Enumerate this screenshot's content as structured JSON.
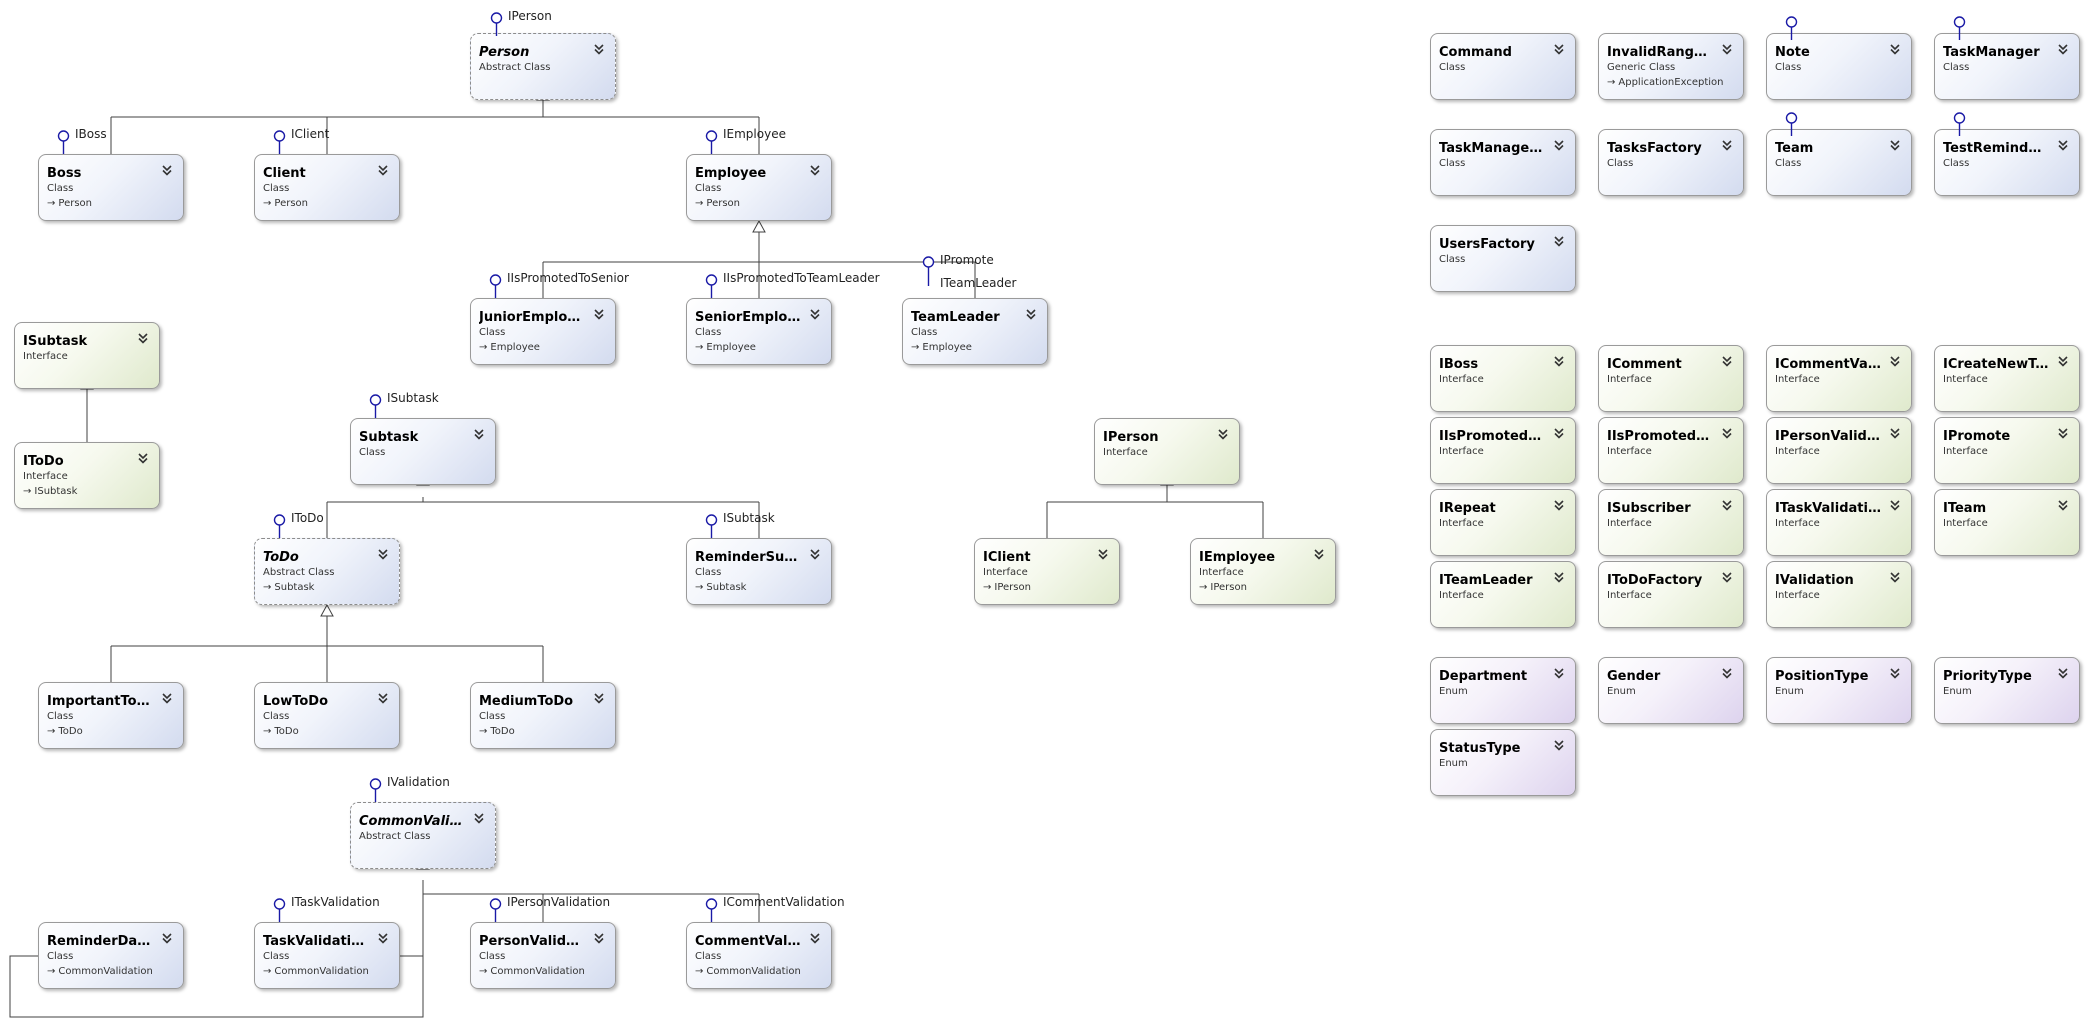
{
  "palette": {
    "accent": "#1a1aa6",
    "line": "#404040"
  },
  "nodes": [
    {
      "id": "person",
      "name": "Person",
      "kind": "Abstract Class",
      "style": "abstract"
    },
    {
      "id": "boss",
      "name": "Boss",
      "kind": "Class",
      "base": "Person",
      "style": "class"
    },
    {
      "id": "client",
      "name": "Client",
      "kind": "Class",
      "base": "Person",
      "style": "class"
    },
    {
      "id": "employee",
      "name": "Employee",
      "kind": "Class",
      "base": "Person",
      "style": "class"
    },
    {
      "id": "junioremployee",
      "name": "JuniorEmployee",
      "kind": "Class",
      "base": "Employee",
      "style": "class"
    },
    {
      "id": "senioremployee",
      "name": "SeniorEmployee",
      "kind": "Class",
      "base": "Employee",
      "style": "class"
    },
    {
      "id": "teamleader",
      "name": "TeamLeader",
      "kind": "Class",
      "base": "Employee",
      "style": "class"
    },
    {
      "id": "isubtask-left",
      "name": "ISubtask",
      "kind": "Interface",
      "style": "interface"
    },
    {
      "id": "itodo-left",
      "name": "IToDo",
      "kind": "Interface",
      "base": "ISubtask",
      "style": "interface"
    },
    {
      "id": "subtask",
      "name": "Subtask",
      "kind": "Class",
      "style": "class"
    },
    {
      "id": "todo",
      "name": "ToDo",
      "kind": "Abstract Class",
      "base": "Subtask",
      "style": "abstract"
    },
    {
      "id": "remindersubtask",
      "name": "ReminderSubTask",
      "kind": "Class",
      "base": "Subtask",
      "style": "class"
    },
    {
      "id": "importanttodo",
      "name": "ImportantToDo",
      "kind": "Class",
      "base": "ToDo",
      "style": "class"
    },
    {
      "id": "lowtodo",
      "name": "LowToDo",
      "kind": "Class",
      "base": "ToDo",
      "style": "class"
    },
    {
      "id": "mediumtodo",
      "name": "MediumToDo",
      "kind": "Class",
      "base": "ToDo",
      "style": "class"
    },
    {
      "id": "commonvalidation",
      "name": "CommonValidation",
      "kind": "Abstract Class",
      "style": "abstract"
    },
    {
      "id": "reminderdatev",
      "name": "ReminderDateV...",
      "kind": "Class",
      "base": "CommonValidation",
      "style": "class"
    },
    {
      "id": "taskvalidation",
      "name": "TaskValidation",
      "kind": "Class",
      "base": "CommonValidation",
      "style": "class"
    },
    {
      "id": "personvalidation",
      "name": "PersonValidation",
      "kind": "Class",
      "base": "CommonValidation",
      "style": "class"
    },
    {
      "id": "commentvalida",
      "name": "CommentValida...",
      "kind": "Class",
      "base": "CommonValidation",
      "style": "class"
    },
    {
      "id": "iperson-mid",
      "name": "IPerson",
      "kind": "Interface",
      "style": "interface"
    },
    {
      "id": "iclient-mid",
      "name": "IClient",
      "kind": "Interface",
      "base": "IPerson",
      "style": "interface"
    },
    {
      "id": "iemployee-mid",
      "name": "IEmployee",
      "kind": "Interface",
      "base": "IPerson",
      "style": "interface"
    },
    {
      "id": "command",
      "name": "Command",
      "kind": "Class",
      "style": "class"
    },
    {
      "id": "invalidrangeexc",
      "name": "InvalidRangeExc...",
      "kind": "Generic Class",
      "base": "ApplicationException",
      "style": "class"
    },
    {
      "id": "note",
      "name": "Note",
      "kind": "Class",
      "style": "class"
    },
    {
      "id": "taskmanager",
      "name": "TaskManager",
      "kind": "Class",
      "style": "class"
    },
    {
      "id": "taskmanageren",
      "name": "TaskManagerEn...",
      "kind": "Class",
      "style": "class"
    },
    {
      "id": "tasksfactory",
      "name": "TasksFactory",
      "kind": "Class",
      "style": "class"
    },
    {
      "id": "team",
      "name": "Team",
      "kind": "Class",
      "style": "class"
    },
    {
      "id": "testremindersu",
      "name": "TestReminderSu...",
      "kind": "Class",
      "style": "class"
    },
    {
      "id": "usersfactory",
      "name": "UsersFactory",
      "kind": "Class",
      "style": "class"
    },
    {
      "id": "iboss-r",
      "name": "IBoss",
      "kind": "Interface",
      "style": "interface"
    },
    {
      "id": "icomment-r",
      "name": "IComment",
      "kind": "Interface",
      "style": "interface"
    },
    {
      "id": "icommentvalid-r",
      "name": "ICommentValid...",
      "kind": "Interface",
      "style": "interface"
    },
    {
      "id": "icreatenewtask-r",
      "name": "ICreateNewTask",
      "kind": "Interface",
      "style": "interface"
    },
    {
      "id": "iispromotedtos-r",
      "name": "IIsPromotedToS...",
      "kind": "Interface",
      "style": "interface"
    },
    {
      "id": "iispromotedtot-r",
      "name": "IIsPromotedToT...",
      "kind": "Interface",
      "style": "interface"
    },
    {
      "id": "ipersonvalidation-r",
      "name": "IPersonValidation",
      "kind": "Interface",
      "style": "interface"
    },
    {
      "id": "ipromote-r",
      "name": "IPromote",
      "kind": "Interface",
      "style": "interface"
    },
    {
      "id": "irepeat-r",
      "name": "IRepeat",
      "kind": "Interface",
      "style": "interface"
    },
    {
      "id": "isubscriber-r",
      "name": "ISubscriber",
      "kind": "Interface",
      "style": "interface"
    },
    {
      "id": "itaskvalidation-r",
      "name": "ITaskValidation",
      "kind": "Interface",
      "style": "interface"
    },
    {
      "id": "iteam-r",
      "name": "ITeam",
      "kind": "Interface",
      "style": "interface"
    },
    {
      "id": "iteamleader-r",
      "name": "ITeamLeader",
      "kind": "Interface",
      "style": "interface"
    },
    {
      "id": "itodofactory-r",
      "name": "IToDoFactory",
      "kind": "Interface",
      "style": "interface"
    },
    {
      "id": "ivalidation-r",
      "name": "IValidation",
      "kind": "Interface",
      "style": "interface"
    },
    {
      "id": "department",
      "name": "Department",
      "kind": "Enum",
      "style": "enum"
    },
    {
      "id": "gender",
      "name": "Gender",
      "kind": "Enum",
      "style": "enum"
    },
    {
      "id": "positiontype",
      "name": "PositionType",
      "kind": "Enum",
      "style": "enum"
    },
    {
      "id": "prioritytype",
      "name": "PriorityType",
      "kind": "Enum",
      "style": "enum"
    },
    {
      "id": "statustype",
      "name": "StatusType",
      "kind": "Enum",
      "style": "enum"
    }
  ],
  "interface_labels": [
    {
      "id": "lbl-iperson",
      "node": "person",
      "text": "IPerson"
    },
    {
      "id": "lbl-iboss",
      "node": "boss",
      "text": "IBoss"
    },
    {
      "id": "lbl-iclient",
      "node": "client",
      "text": "IClient"
    },
    {
      "id": "lbl-iemployee",
      "node": "employee",
      "text": "IEmployee"
    },
    {
      "id": "lbl-iispromotedtosenior",
      "node": "junioremployee",
      "text": "IIsPromotedToSenior"
    },
    {
      "id": "lbl-iispromotedtoteamleader",
      "node": "senioremployee",
      "text": "IIsPromotedToTeamLeader"
    },
    {
      "id": "lbl-ipromote",
      "node": "teamleader",
      "text": "IPromote"
    },
    {
      "id": "lbl-iteamleader",
      "node": "teamleader",
      "text": "ITeamLeader"
    },
    {
      "id": "lbl-isubtask",
      "node": "subtask",
      "text": "ISubtask"
    },
    {
      "id": "lbl-itodo",
      "node": "todo",
      "text": "IToDo"
    },
    {
      "id": "lbl-isubtask-reminder",
      "node": "remindersubtask",
      "text": "ISubtask"
    },
    {
      "id": "lbl-ivalidation",
      "node": "commonvalidation",
      "text": "IValidation"
    },
    {
      "id": "lbl-itaskvalidation",
      "node": "taskvalidation",
      "text": "ITaskValidation"
    },
    {
      "id": "lbl-ipersonvalidation",
      "node": "personvalidation",
      "text": "IPersonValidation"
    },
    {
      "id": "lbl-icommentvalidation",
      "node": "commentvalida",
      "text": "ICommentValidation"
    }
  ],
  "icons": {
    "expand": "double-chevron-down-icon",
    "base": "inheritance-arrow-icon",
    "interface": "lollipop-interface-icon"
  }
}
